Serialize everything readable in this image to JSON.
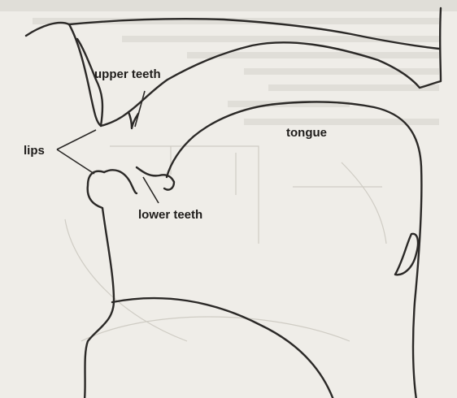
{
  "labels": {
    "upper_teeth": "upper teeth",
    "lips": "lips",
    "tongue": "tongue",
    "lower_teeth": "lower teeth"
  },
  "colors": {
    "background": "#efede8",
    "outline": "#2b2927",
    "ghost_lines": "#cfccc4"
  }
}
